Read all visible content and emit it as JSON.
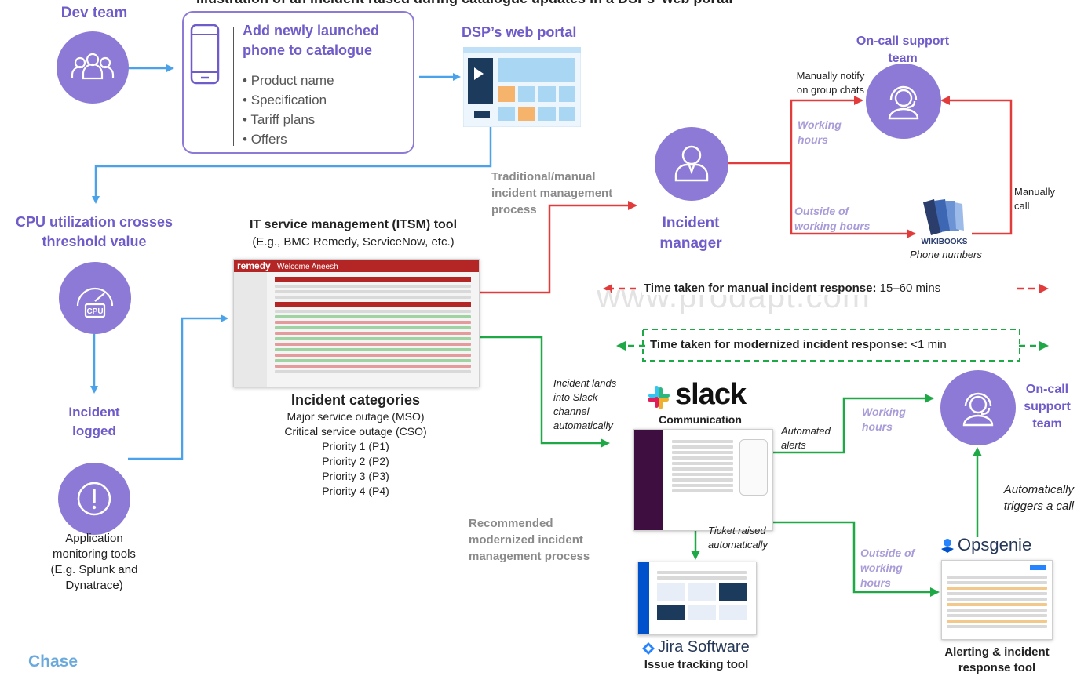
{
  "title": "Illustration of an incident raised during catalogue updates in a DSPs' web portal",
  "dev_team": {
    "label": "Dev team",
    "icon": "people-icon"
  },
  "catalogue_box": {
    "title_line1": "Add newly launched",
    "title_line2": "phone to catalogue",
    "items": [
      "Product name",
      "Specification",
      "Tariff plans",
      "Offers"
    ],
    "icon": "smartphone-icon"
  },
  "web_portal": {
    "label": "DSP’s web portal",
    "icon": "webpage-icon"
  },
  "cpu": {
    "label_line1": "CPU utilization crosses",
    "label_line2": "threshold value",
    "icon": "cpu-gauge-icon",
    "icon_text": "CPU"
  },
  "incident_logged": {
    "label_line1": "Incident",
    "label_line2": "logged",
    "icon": "exclamation-icon"
  },
  "monitoring": {
    "lines": [
      "Application",
      "monitoring tools",
      "(E.g. Splunk and",
      "Dynatrace)"
    ]
  },
  "itsm": {
    "title": "IT service management (ITSM) tool",
    "subtitle": "(E.g., BMC Remedy, ServiceNow, etc.)",
    "app_brand": "remedy",
    "app_title": "Welcome Aneesh"
  },
  "incident_categories": {
    "title": "Incident categories",
    "items": [
      "Major service outage (MSO)",
      "Critical service outage (CSO)",
      "Priority 1 (P1)",
      "Priority 2 (P2)",
      "Priority 3 (P3)",
      "Priority 4 (P4)"
    ]
  },
  "traditional": {
    "lines": [
      "Traditional/manual",
      "incident management",
      "process"
    ]
  },
  "recommended": {
    "lines": [
      "Recommended",
      "modernized incident",
      "management process"
    ]
  },
  "incident_manager": {
    "label_line1": "Incident",
    "label_line2": "manager",
    "icon": "person-icon"
  },
  "oncall_top": {
    "label_line1": "On-call support",
    "label_line2": "team",
    "icon": "headset-icon"
  },
  "oncall_bottom": {
    "label_line1": "On-call",
    "label_line2": "support",
    "label_line3": "team",
    "icon": "headset-icon"
  },
  "manual_notify": {
    "line1": "Manually notify",
    "line2": "on group chats"
  },
  "working_hours": {
    "line1": "Working",
    "line2": "hours"
  },
  "outside_hours": {
    "line1": "Outside of",
    "line2": "working hours"
  },
  "manually_call": {
    "line1": "Manually",
    "line2": "call"
  },
  "wikibooks": {
    "logo_text": "WIKIBOOKS",
    "caption": "Phone numbers"
  },
  "time_manual": {
    "label": "Time taken for manual incident response:",
    "value": "15–60 mins"
  },
  "time_modern": {
    "label": "Time taken for modernized incident response:",
    "value": "<1 min"
  },
  "watermark": "www.prodapt.com",
  "slack": {
    "logo_text": "slack",
    "caption": "Communication",
    "icon": "slack-logo-icon"
  },
  "lands_slack": {
    "lines": [
      "Incident lands",
      "into Slack",
      "channel",
      "automatically"
    ]
  },
  "automated_alerts": {
    "line1": "Automated",
    "line2": "alerts"
  },
  "working_hours_2": {
    "line1": "Working",
    "line2": "hours"
  },
  "outside_hours_2": {
    "line1": "Outside of",
    "line2": "working",
    "line3": "hours"
  },
  "ticket_raised": {
    "line1": "Ticket raised",
    "line2": "automatically"
  },
  "auto_call": {
    "line1": "Automatically",
    "line2": "triggers a call"
  },
  "jira": {
    "logo_text": "Jira Software",
    "caption": "Issue tracking tool",
    "icon": "jira-diamond-icon"
  },
  "opsgenie": {
    "logo_text": "Opsgenie",
    "caption_line1": "Alerting & incident",
    "caption_line2": "response tool",
    "icon": "opsgenie-person-icon"
  },
  "chase": "Chase",
  "colors": {
    "purple": "#8d7ad6",
    "blue": "#4aa3ea",
    "red": "#e23b3b",
    "green": "#1ea846",
    "gray": "#8a8a8a"
  }
}
